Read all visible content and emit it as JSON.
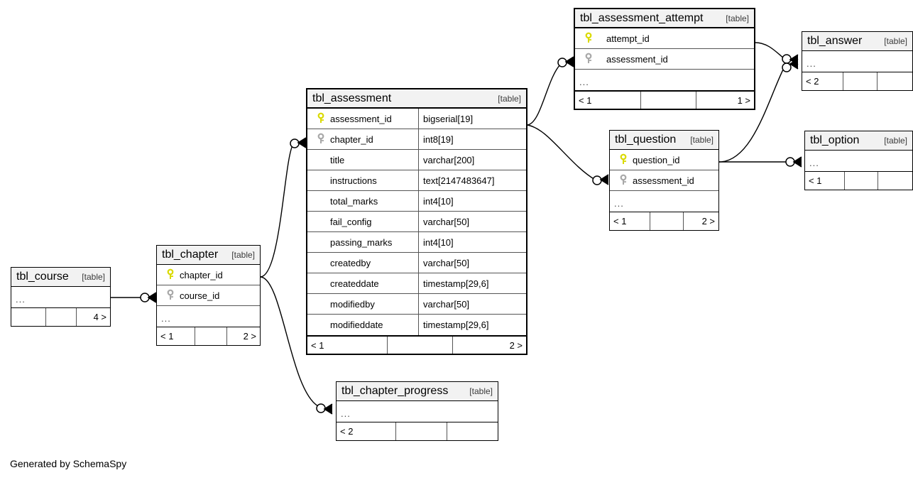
{
  "caption": "Generated by SchemaSpy",
  "table_tag": "[table]",
  "ellipsis": "...",
  "colors": {
    "primary_key": "#dada00",
    "foreign_key": "#a8a8a8",
    "header_bg": "#f2f2f2",
    "border": "#000000",
    "row_border": "#555555",
    "background": "#ffffff"
  },
  "tables": {
    "assessment": {
      "name": "tbl_assessment",
      "tag": "[table]",
      "columns": [
        {
          "key": "primary",
          "name": "assessment_id",
          "type": "bigserial[19]"
        },
        {
          "key": "foreign",
          "name": "chapter_id",
          "type": "int8[19]"
        },
        {
          "key": "none",
          "name": "title",
          "type": "varchar[200]"
        },
        {
          "key": "none",
          "name": "instructions",
          "type": "text[2147483647]"
        },
        {
          "key": "none",
          "name": "total_marks",
          "type": "int4[10]"
        },
        {
          "key": "none",
          "name": "fail_config",
          "type": "varchar[50]"
        },
        {
          "key": "none",
          "name": "passing_marks",
          "type": "int4[10]"
        },
        {
          "key": "none",
          "name": "createdby",
          "type": "varchar[50]"
        },
        {
          "key": "none",
          "name": "createddate",
          "type": "timestamp[29,6]"
        },
        {
          "key": "none",
          "name": "modifiedby",
          "type": "varchar[50]"
        },
        {
          "key": "none",
          "name": "modifieddate",
          "type": "timestamp[29,6]"
        }
      ],
      "footer": {
        "left": "< 1",
        "middle": "",
        "right": "2 >"
      }
    },
    "assessment_attempt": {
      "name": "tbl_assessment_attempt",
      "tag": "[table]",
      "columns": [
        {
          "key": "primary",
          "name": "attempt_id",
          "type": ""
        },
        {
          "key": "foreign",
          "name": "assessment_id",
          "type": ""
        }
      ],
      "has_ellipsis": true,
      "footer": {
        "left": "< 1",
        "middle": "",
        "right": "1 >"
      }
    },
    "answer": {
      "name": "tbl_answer",
      "tag": "[table]",
      "columns": [],
      "has_ellipsis": true,
      "footer": {
        "left": "< 2",
        "middle": "",
        "right": ""
      }
    },
    "question": {
      "name": "tbl_question",
      "tag": "[table]",
      "columns": [
        {
          "key": "primary",
          "name": "question_id",
          "type": ""
        },
        {
          "key": "foreign",
          "name": "assessment_id",
          "type": ""
        }
      ],
      "has_ellipsis": true,
      "footer": {
        "left": "< 1",
        "middle": "",
        "right": "2 >"
      }
    },
    "option": {
      "name": "tbl_option",
      "tag": "[table]",
      "columns": [],
      "has_ellipsis": true,
      "footer": {
        "left": "< 1",
        "middle": "",
        "right": ""
      }
    },
    "chapter": {
      "name": "tbl_chapter",
      "tag": "[table]",
      "columns": [
        {
          "key": "primary",
          "name": "chapter_id",
          "type": ""
        },
        {
          "key": "foreign",
          "name": "course_id",
          "type": ""
        }
      ],
      "has_ellipsis": true,
      "footer": {
        "left": "< 1",
        "middle": "",
        "right": "2 >"
      }
    },
    "course": {
      "name": "tbl_course",
      "tag": "[table]",
      "columns": [],
      "has_ellipsis": true,
      "footer": {
        "left": "",
        "middle": "",
        "right": "4 >"
      }
    },
    "chapter_progress": {
      "name": "tbl_chapter_progress",
      "tag": "[table]",
      "columns": [],
      "has_ellipsis": true,
      "footer": {
        "left": "< 2",
        "middle": "",
        "right": ""
      }
    }
  },
  "relationships": [
    {
      "from": "tbl_assessment",
      "to": "tbl_assessment_attempt"
    },
    {
      "from": "tbl_assessment",
      "to": "tbl_question"
    },
    {
      "from": "tbl_assessment_attempt",
      "to": "tbl_answer"
    },
    {
      "from": "tbl_question",
      "to": "tbl_answer"
    },
    {
      "from": "tbl_question",
      "to": "tbl_option"
    },
    {
      "from": "tbl_chapter",
      "to": "tbl_assessment"
    },
    {
      "from": "tbl_chapter",
      "to": "tbl_chapter_progress"
    },
    {
      "from": "tbl_course",
      "to": "tbl_chapter"
    }
  ]
}
